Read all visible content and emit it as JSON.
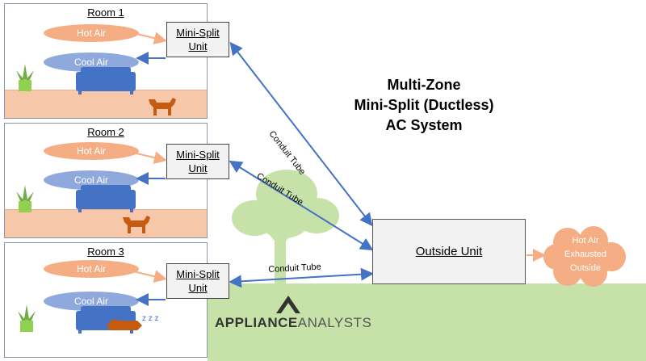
{
  "title_lines": [
    "Multi-Zone",
    "Mini-Split (Ductless)",
    "AC System"
  ],
  "rooms": [
    {
      "name": "Room 1",
      "hot_air": "Hot Air",
      "cool_air": "Cool Air",
      "unit_line1": "Mini-Split",
      "unit_line2": "Unit"
    },
    {
      "name": "Room 2",
      "hot_air": "Hot Air",
      "cool_air": "Cool Air",
      "unit_line1": "Mini-Split",
      "unit_line2": "Unit"
    },
    {
      "name": "Room 3",
      "hot_air": "Hot Air",
      "cool_air": "Cool Air",
      "unit_line1": "Mini-Split",
      "unit_line2": "Unit"
    }
  ],
  "conduit_label": "Conduit Tube",
  "outside_unit": "Outside Unit",
  "exhaust": [
    "Hot Air",
    "Exhausted",
    "Outside"
  ],
  "sleep": "z z z",
  "brand": {
    "part1": "APPLIANCE",
    "part2": "ANALYSTS"
  },
  "colors": {
    "hot": "#f5ad84",
    "cool": "#8fa9dc",
    "couch": "#4472c4",
    "dog": "#c55a11",
    "floor": "#f6c7a8",
    "grass": "#c7e2a8",
    "tree": "#c7e2a8",
    "arrow": "#4472c4"
  }
}
